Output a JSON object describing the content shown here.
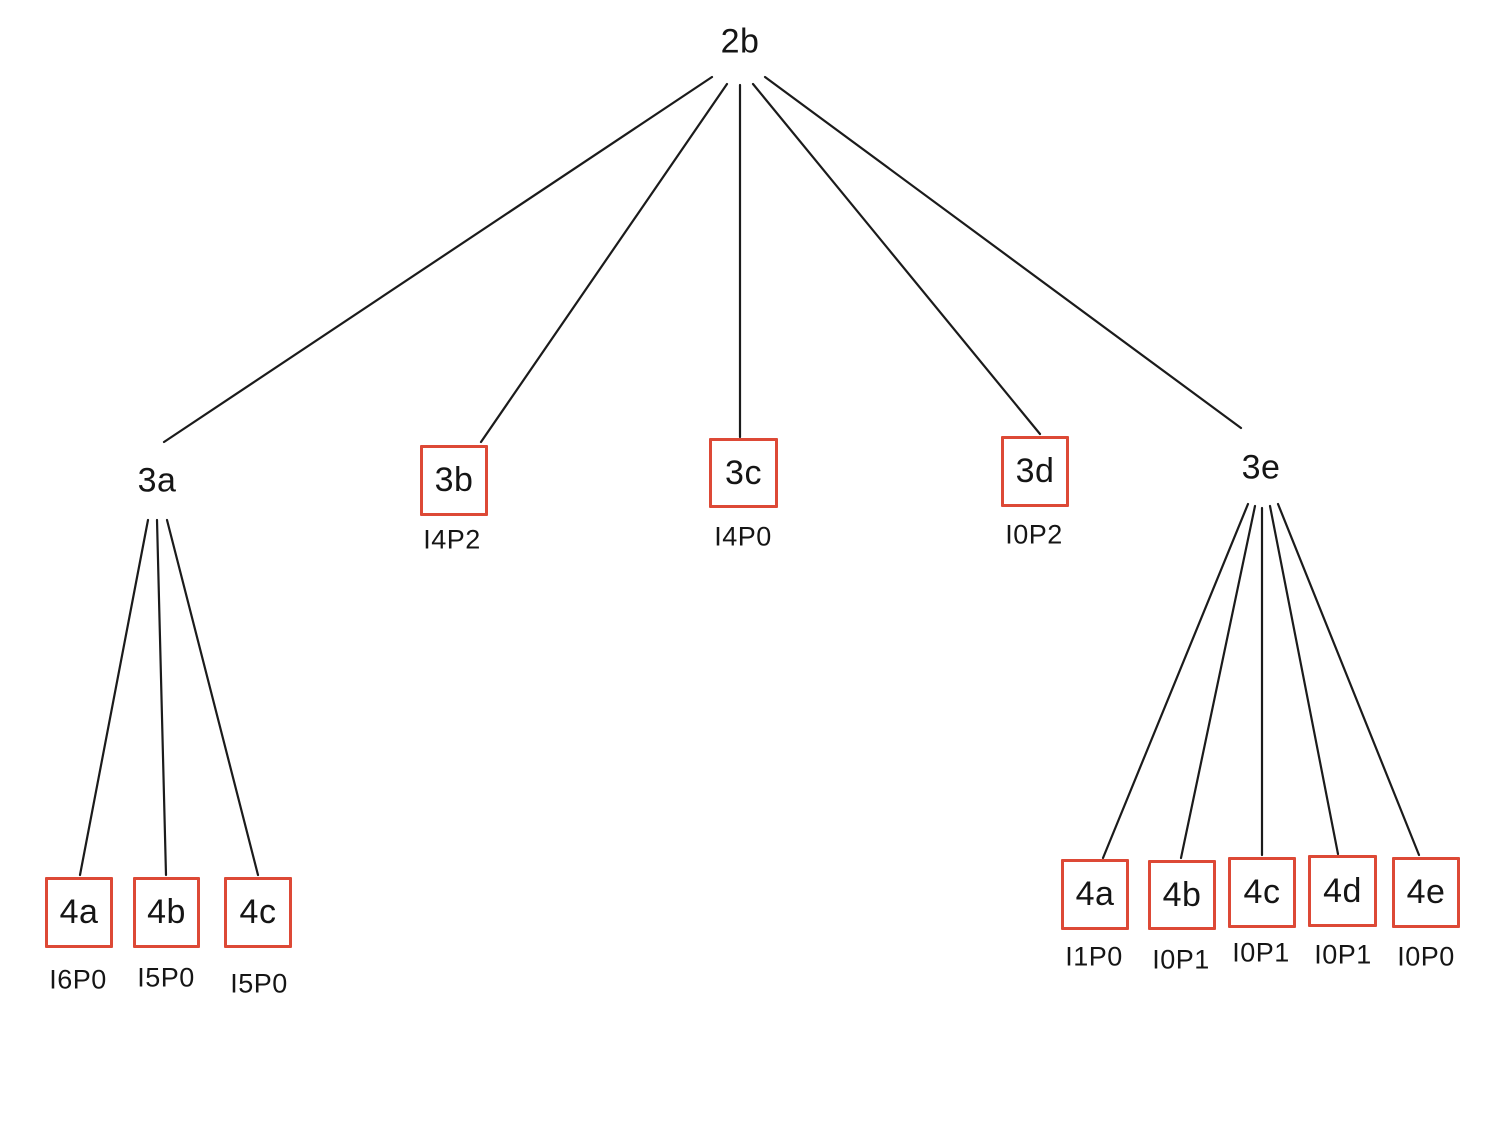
{
  "diagram": {
    "type": "tree",
    "colors": {
      "box_border": "#dd4936",
      "edge": "#1b1b1b",
      "text": "#151515",
      "background": "#ffffff"
    },
    "root": {
      "label": "2b"
    },
    "level3": [
      {
        "label": "3a",
        "boxed": false,
        "sublabel": ""
      },
      {
        "label": "3b",
        "boxed": true,
        "sublabel": "I4P2"
      },
      {
        "label": "3c",
        "boxed": true,
        "sublabel": "I4P0"
      },
      {
        "label": "3d",
        "boxed": true,
        "sublabel": "I0P2"
      },
      {
        "label": "3e",
        "boxed": false,
        "sublabel": ""
      }
    ],
    "level4_left": [
      {
        "label": "4a",
        "boxed": true,
        "sublabel": "I6P0"
      },
      {
        "label": "4b",
        "boxed": true,
        "sublabel": "I5P0"
      },
      {
        "label": "4c",
        "boxed": true,
        "sublabel": "I5P0"
      }
    ],
    "level4_right": [
      {
        "label": "4a",
        "boxed": true,
        "sublabel": "I1P0"
      },
      {
        "label": "4b",
        "boxed": true,
        "sublabel": "I0P1"
      },
      {
        "label": "4c",
        "boxed": true,
        "sublabel": "I0P1"
      },
      {
        "label": "4d",
        "boxed": true,
        "sublabel": "I0P1"
      },
      {
        "label": "4e",
        "boxed": true,
        "sublabel": "I0P0"
      }
    ],
    "edges": [
      [
        "2b",
        "3a"
      ],
      [
        "2b",
        "3b"
      ],
      [
        "2b",
        "3c"
      ],
      [
        "2b",
        "3d"
      ],
      [
        "2b",
        "3e"
      ],
      [
        "3a",
        "3a.4a"
      ],
      [
        "3a",
        "3a.4b"
      ],
      [
        "3a",
        "3a.4c"
      ],
      [
        "3e",
        "3e.4a"
      ],
      [
        "3e",
        "3e.4b"
      ],
      [
        "3e",
        "3e.4c"
      ],
      [
        "3e",
        "3e.4d"
      ],
      [
        "3e",
        "3e.4e"
      ]
    ]
  }
}
